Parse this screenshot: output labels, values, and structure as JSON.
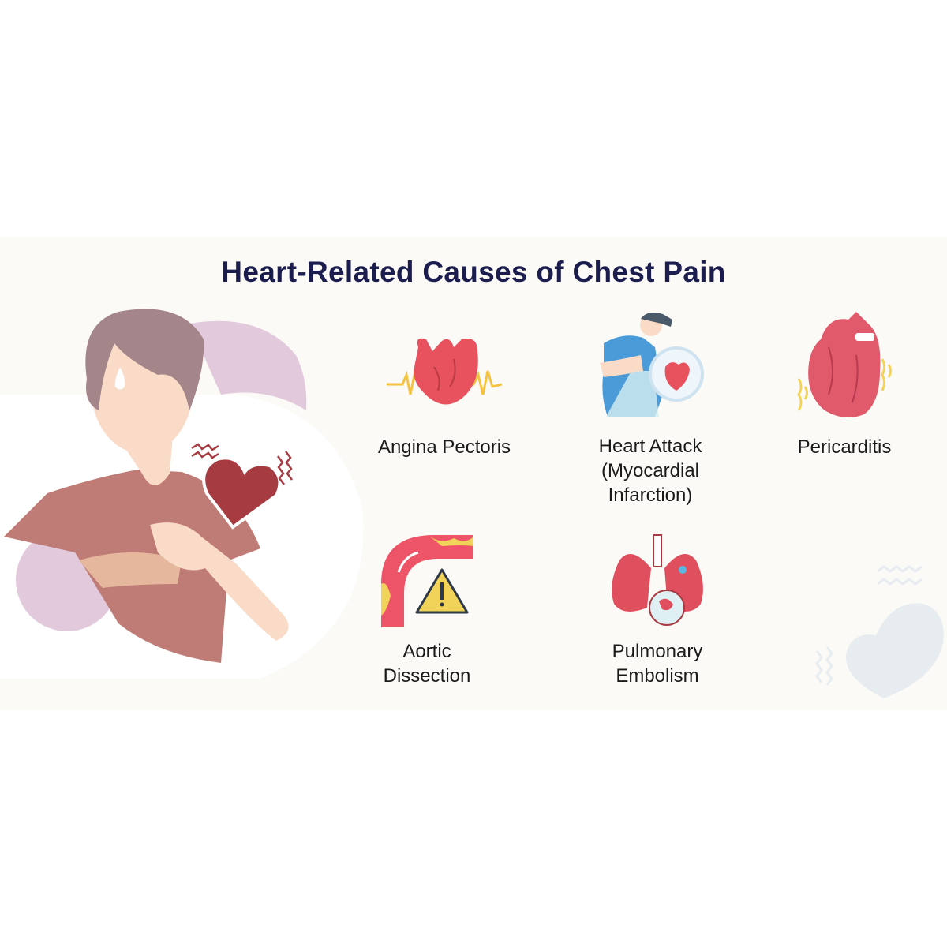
{
  "title": "Heart-Related Causes of Chest Pain",
  "causes": [
    {
      "icon": "angina-heart-icon",
      "lines": [
        "Angina Pectoris"
      ]
    },
    {
      "icon": "heart-attack-icon",
      "lines": [
        "Heart Attack",
        "(Myocardial",
        "Infarction)"
      ]
    },
    {
      "icon": "pericarditis-heart-icon",
      "lines": [
        "Pericarditis"
      ]
    },
    {
      "icon": "aortic-dissection-icon",
      "lines": [
        "Aortic",
        "Dissection"
      ]
    },
    {
      "icon": "pulmonary-embolism-icon",
      "lines": [
        "Pulmonary",
        "Embolism"
      ]
    }
  ],
  "colors": {
    "title": "#1b1d4f",
    "heart": "#e8525f",
    "dark_heart": "#a63c42",
    "yellow": "#f2d35a",
    "shirt": "#bf7b76",
    "skin": "#f9dbc8",
    "hair": "#a3858a",
    "lilac": "#e2c9dc"
  }
}
